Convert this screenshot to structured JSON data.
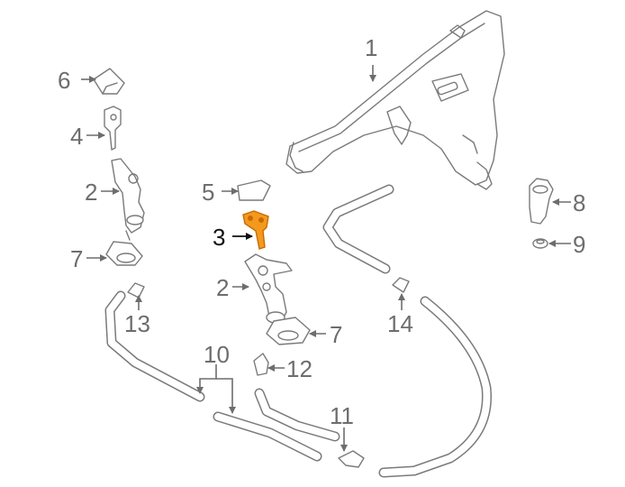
{
  "diagram": {
    "callouts": [
      {
        "id": "1",
        "label": "1"
      },
      {
        "id": "2a",
        "label": "2"
      },
      {
        "id": "2b",
        "label": "2"
      },
      {
        "id": "3",
        "label": "3"
      },
      {
        "id": "4",
        "label": "4"
      },
      {
        "id": "5",
        "label": "5"
      },
      {
        "id": "6",
        "label": "6"
      },
      {
        "id": "7a",
        "label": "7"
      },
      {
        "id": "7b",
        "label": "7"
      },
      {
        "id": "8",
        "label": "8"
      },
      {
        "id": "9",
        "label": "9"
      },
      {
        "id": "10",
        "label": "10"
      },
      {
        "id": "11",
        "label": "11"
      },
      {
        "id": "12",
        "label": "12"
      },
      {
        "id": "13",
        "label": "13"
      },
      {
        "id": "14",
        "label": "14"
      }
    ],
    "highlight_color": "#f39a1e",
    "line_color": "#7a7a7a"
  }
}
